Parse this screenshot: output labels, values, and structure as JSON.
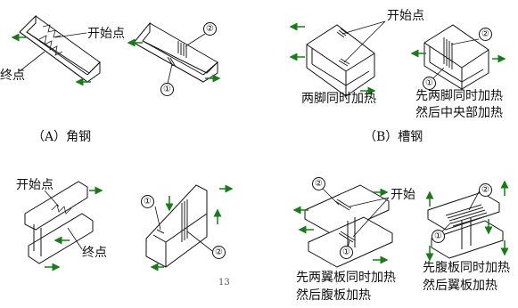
{
  "labels": {
    "start_point": "开始点",
    "end_point": "终点",
    "start": "开始",
    "n1": "①",
    "n2": "②"
  },
  "captions": {
    "angle_steel": "（A）角钢",
    "channel_steel": "（B）槽钢",
    "channel_both_legs": "两脚同时加热",
    "channel_legs_then_center_l1": "先两脚同时加热",
    "channel_legs_then_center_l2": "然后中央部加热",
    "ibeam_flanges_then_web_l1": "先两翼板同时加热",
    "ibeam_flanges_then_web_l2": "然后腹板加热",
    "ibeam_web_then_flanges_l1": "先腹板同时加热",
    "ibeam_web_then_flanges_l2": "然后翼板加热"
  },
  "page_number": "13",
  "colors": {
    "line": "#111111",
    "arrow": "#1a7a1a",
    "hatch": "#222222"
  }
}
